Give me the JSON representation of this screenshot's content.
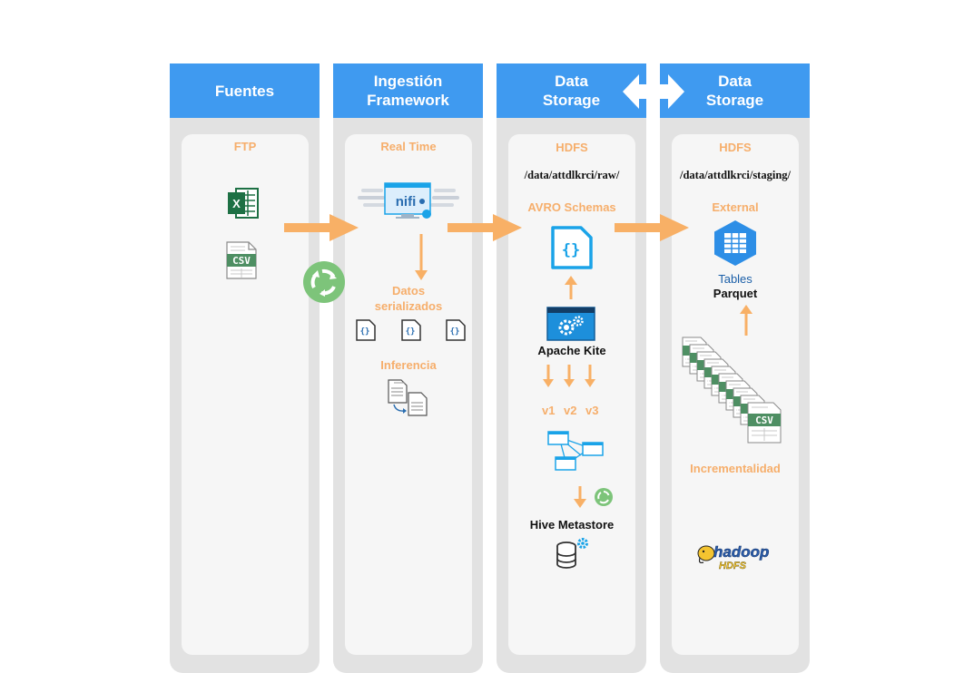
{
  "columns": [
    {
      "title": "Fuentes",
      "labels": {
        "ftp": "FTP"
      }
    },
    {
      "title": "Ingestión\nFramework",
      "labels": {
        "real_time": "Real Time",
        "datos": "Datos\nserializados",
        "inferencia": "Inferencia"
      },
      "nifi_text": "nifi"
    },
    {
      "title": "Data\nStorage",
      "labels": {
        "hdfs": "HDFS",
        "path": "/data/attdlkrci/raw/",
        "avro": "AVRO Schemas",
        "apache_kite": "Apache Kite",
        "v1": "v1",
        "v2": "v2",
        "v3": "v3",
        "hive": "Hive Metastore"
      }
    },
    {
      "title": "Data\nStorage",
      "labels": {
        "hdfs": "HDFS",
        "path": "/data/attdlkrci/staging/",
        "external": "External",
        "tables": "Tables",
        "parquet": "Parquet",
        "incrementalidad": "Incrementalidad"
      },
      "hadoop_text": "hadoop",
      "hdfs_logo_text": "HDFS"
    }
  ],
  "icons": {
    "excel_letter": "X",
    "csv_text": "CSV",
    "csv_short": "C",
    "json_braces": "{}"
  },
  "colors": {
    "header": "#3f9af0",
    "arrow": "#f8b066",
    "orange_label": "#f6ae6b",
    "column_bg": "#e2e2e2",
    "inner_bg": "#f6f6f6",
    "green": "#7dc47a",
    "excel_green": "#1d7044",
    "csv_green": "#4e8f63",
    "blue": "#1aa3e8"
  }
}
